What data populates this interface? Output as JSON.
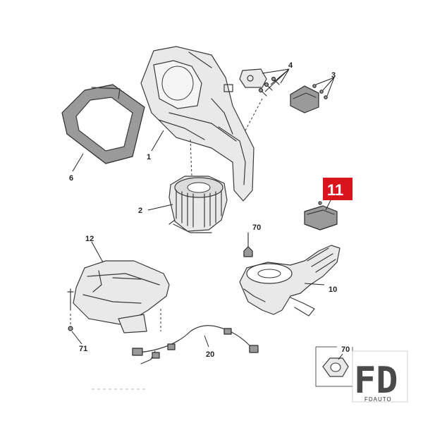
{
  "diagram": {
    "highlight_color": "#d9141c",
    "callouts": {
      "p1": "1",
      "p2": "2",
      "p3": "3",
      "p4": "4",
      "p6": "6",
      "p10": "10",
      "p11": "11",
      "p12": "12",
      "p20": "20",
      "p70": "70",
      "p71": "71",
      "p70_inset": "70"
    }
  },
  "watermark": {
    "letters": "FD",
    "sub": "FDAUTO"
  }
}
